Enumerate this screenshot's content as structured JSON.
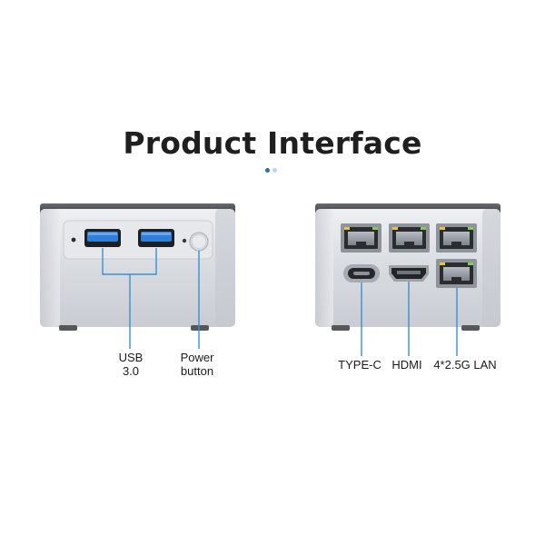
{
  "header": {
    "title": "Product Interface"
  },
  "colors": {
    "title": "#1f1f1f",
    "accent_blue": "#3b8fd1",
    "dot_primary": "#2f6f9f",
    "dot_secondary": "#b9d7ee",
    "device_body": "#d9dbe0",
    "device_top": "#3d3d3d",
    "port_blue": "#2f7ed8"
  },
  "front_panel": {
    "ports": {
      "usb": {
        "icon": "usb-a-port-icon",
        "line1": "USB",
        "line2": "3.0"
      },
      "power": {
        "icon": "power-button-icon",
        "line1": "Power",
        "line2": "button"
      }
    }
  },
  "rear_panel": {
    "labels": {
      "type_c": "TYPE-C",
      "hdmi": "HDMI",
      "lan": "4*2.5G LAN"
    },
    "icons": {
      "lan": "ethernet-port-icon",
      "type_c": "usb-c-port-icon",
      "hdmi": "hdmi-port-icon"
    }
  }
}
